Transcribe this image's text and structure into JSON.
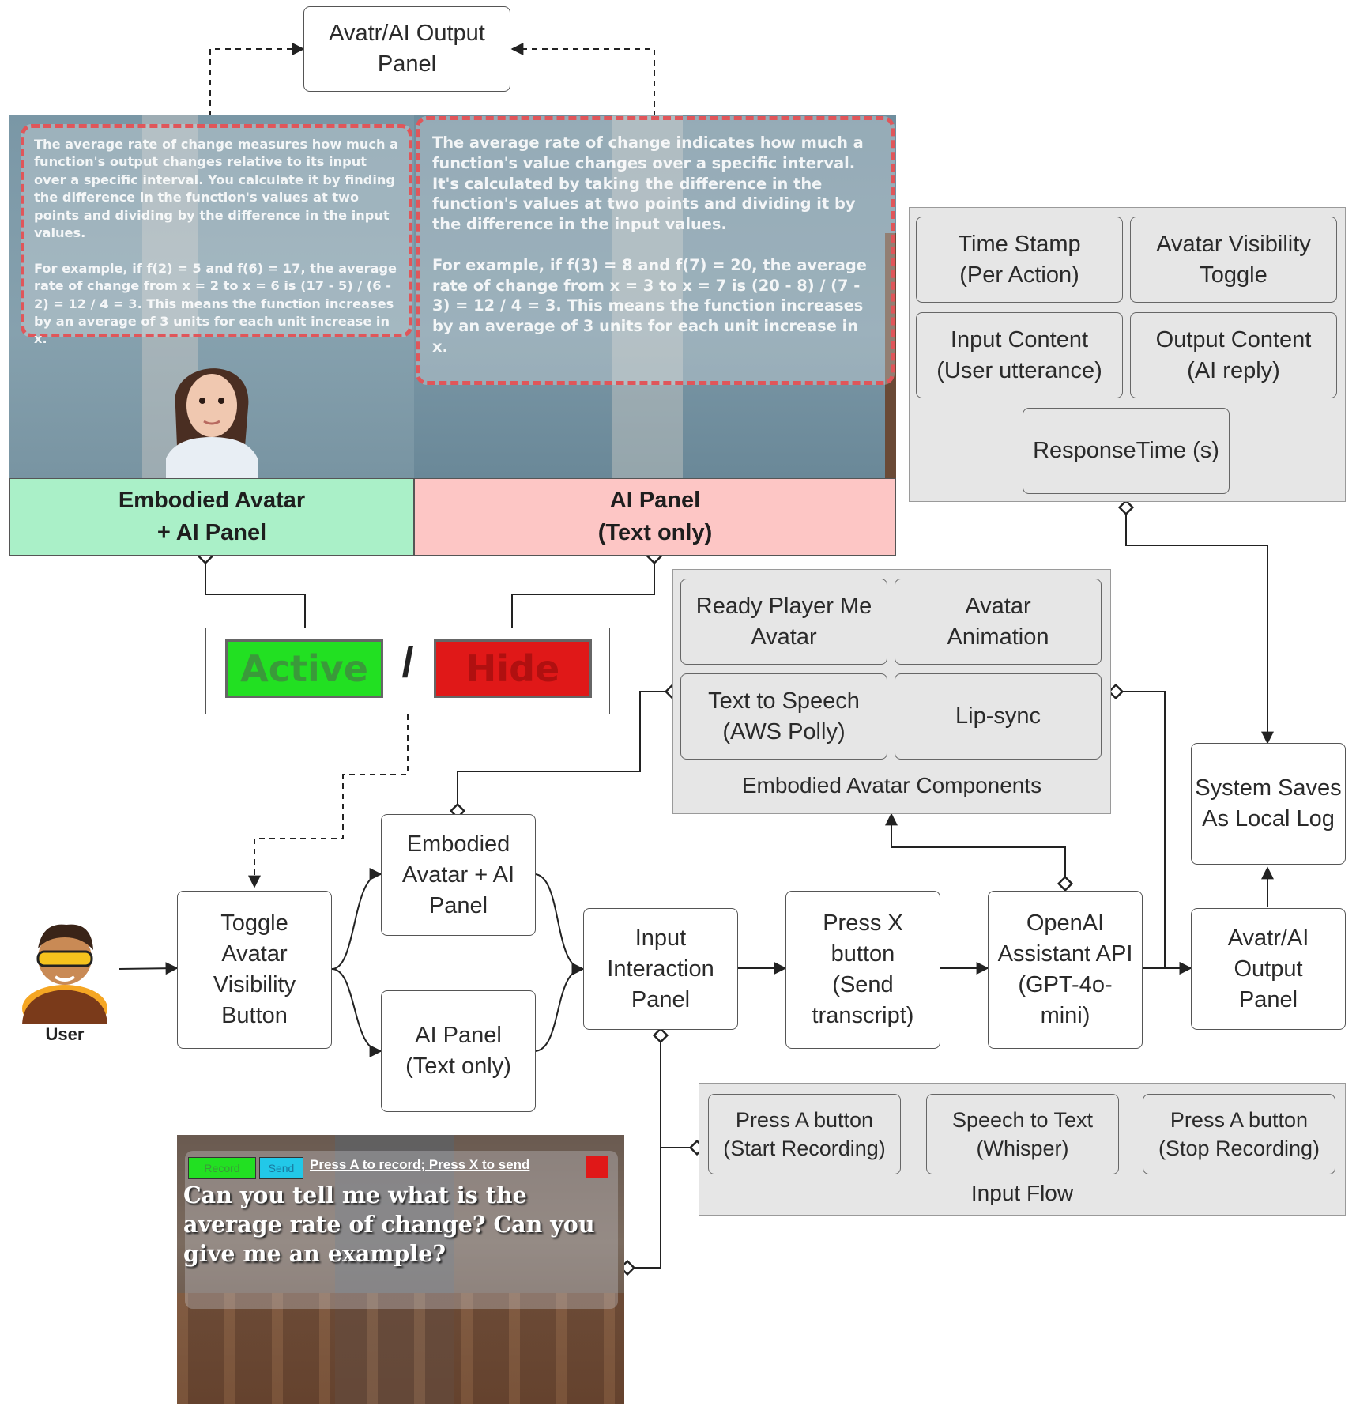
{
  "top_output": "Avatr/AI Output\nPanel",
  "screens": {
    "avatar_panel_text": "The average rate of change measures how much a function's output changes relative to its input over a specific interval. You calculate it by finding the difference in the function's values at two points and dividing by the difference in the input values.\n\nFor example, if f(2) = 5 and f(6) = 17, the average rate of change from x = 2 to x = 6 is (17 - 5) / (6 - 2) = 12 / 4 = 3. This means the function increases by an average of 3 units for each unit increase in x.",
    "ai_panel_text": "The average rate of change indicates how much a function's value changes over a specific interval. It's calculated by taking the difference in the function's values at two points and dividing it by the difference in the input values.\n\nFor example, if f(3) = 8 and f(7) = 20, the average rate of change from x = 3 to x = 7 is (20 - 8) / (7 - 3) = 12 / 4 = 3. This means the function increases by an average of 3 units for each unit increase in x.",
    "avatar_caption": "Embodied Avatar\n+ AI Panel",
    "ai_caption": "AI Panel\n(Text only)"
  },
  "toggle_buttons": {
    "active": "Active",
    "separator": "/",
    "hide": "Hide"
  },
  "log_fields": {
    "timestamp": "Time Stamp\n(Per Action)",
    "visibility": "Avatar Visibility\nToggle",
    "input": "Input Content\n(User utterance)",
    "output": "Output Content\n(AI reply)",
    "response": "ResponseTime (s)"
  },
  "avatar_components": {
    "ready_player": "Ready Player Me\nAvatar",
    "animation": "Avatar\nAnimation",
    "tts": "Text to Speech\n(AWS Polly)",
    "lipsync": "Lip-sync",
    "label": "Embodied Avatar Components"
  },
  "flow": {
    "user": "User",
    "toggle": "Toggle\nAvatar\nVisibility\nButton",
    "embodied": "Embodied\nAvatar + AI\nPanel",
    "ai_only": "AI Panel\n(Text only)",
    "input_panel": "Input\nInteraction\nPanel",
    "press_x": "Press X\nbutton\n(Send\ntranscript)",
    "openai": "OpenAI\nAssistant API\n(GPT-4o-\nmini)",
    "output": "Avatr/AI\nOutput\nPanel",
    "local_log": "System Saves\nAs Local Log"
  },
  "input_flow": {
    "start": "Press A button\n(Start Recording)",
    "stt": "Speech to Text\n(Whisper)",
    "stop": "Press A button\n(Stop Recording)",
    "label": "Input Flow"
  },
  "record_ui": {
    "record": "Record",
    "send": "Send",
    "hint": "Press A to record; Press X to send",
    "question": "Can you tell me what is the average rate of change? Can you give me an example?"
  },
  "colors": {
    "avatar_caption_bg": "#aaf0c8",
    "ai_caption_bg": "#fdc6c5",
    "active": "#22e022",
    "hide": "#e01818",
    "dashed_border": "#e0565a"
  }
}
